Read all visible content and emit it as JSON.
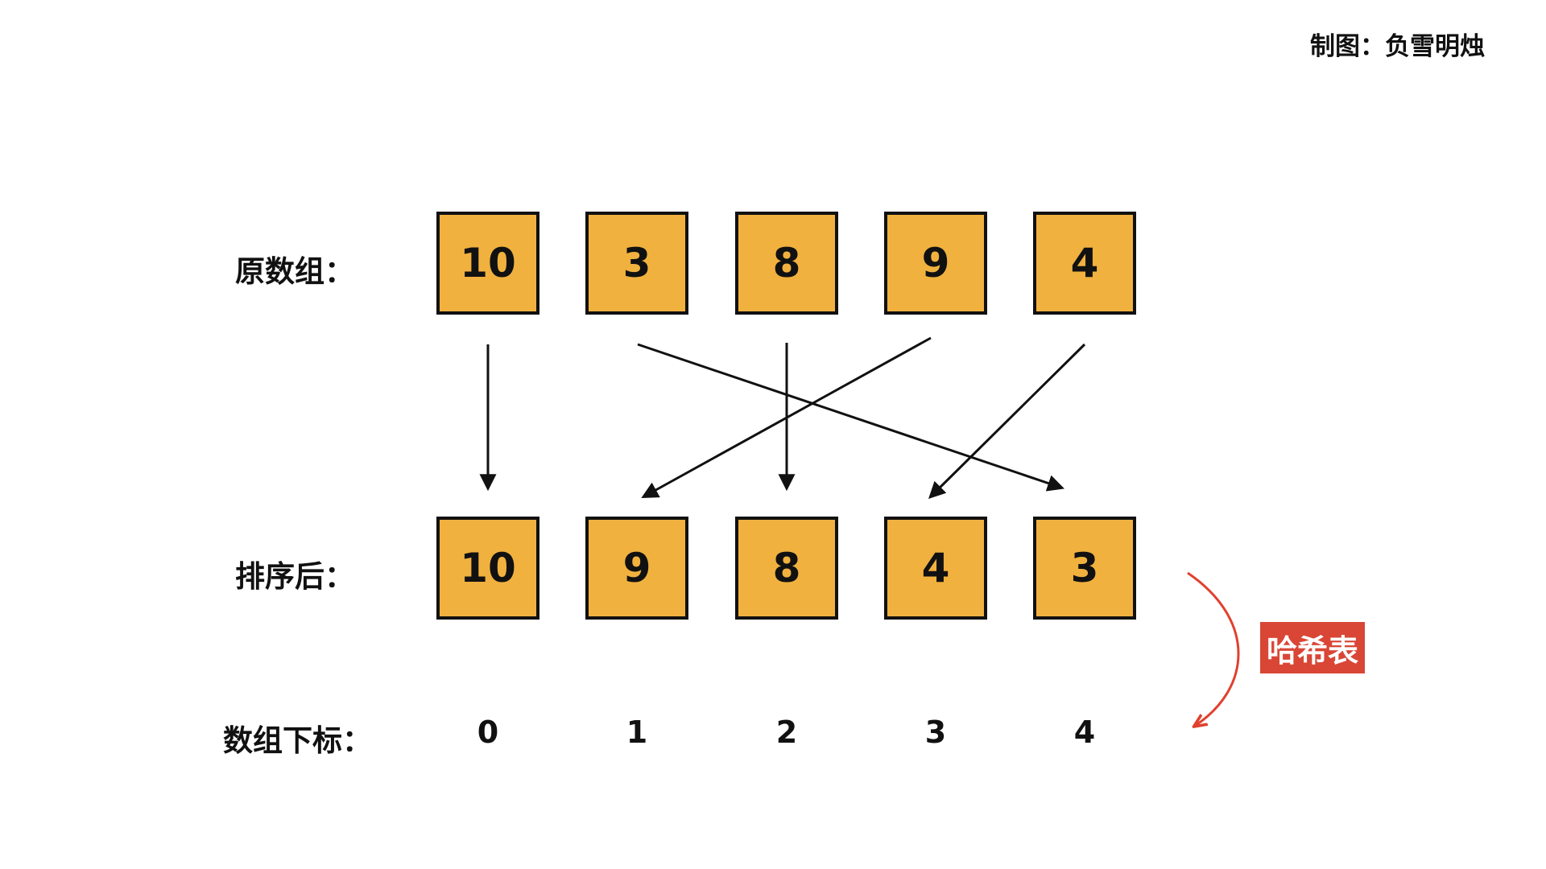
{
  "credit": "制图：负雪明烛",
  "labels": {
    "original": "原数组：",
    "sorted": "排序后：",
    "index": "数组下标："
  },
  "original": [
    "10",
    "3",
    "8",
    "9",
    "4"
  ],
  "sorted": [
    "10",
    "9",
    "8",
    "4",
    "3"
  ],
  "indices": [
    "0",
    "1",
    "2",
    "3",
    "4"
  ],
  "hash_label": "哈希表",
  "colors": {
    "box_fill": "#f1b13f",
    "badge": "#d94636",
    "curved_arrow": "#e0412f"
  }
}
